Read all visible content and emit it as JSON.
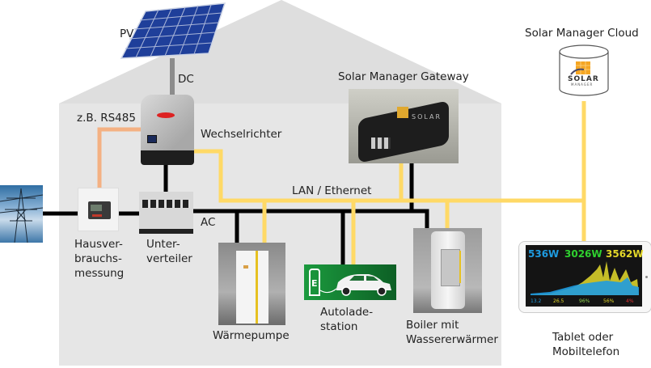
{
  "diagram": {
    "colors": {
      "house_fill": "#e6e6e6",
      "lan_line": "#ffd966",
      "rs485_line": "#f4b183",
      "ac_line": "#000000",
      "dc_line": "#8c8c8c",
      "accent_green": "#1a8a3a"
    },
    "labels": {
      "pv": "PV",
      "dc": "DC",
      "rs485": "z.B. RS485",
      "inverter": "Wechselrichter",
      "gateway": "Solar Manager Gateway",
      "cloud": "Solar Manager Cloud",
      "lan": "LAN / Ethernet",
      "ac": "AC",
      "meter": "Hausver-\nbrauchs-\nmessung",
      "subdistribution": "Unter-\nverteiler",
      "heat_pump": "Wärmepumpe",
      "ev_charger": "Autolade-\nstation",
      "boiler": "Boiler mit\nWassererwärmer",
      "tablet": "Tablet oder\nMobiltelefon"
    },
    "logo_text": "SOLAR",
    "logo_subtext": "MANAGER",
    "ev_letter": "E",
    "tablet_screen": {
      "top_values": [
        {
          "value": "536W",
          "color": "#1e9be0"
        },
        {
          "value": "3026W",
          "color": "#2fd12f"
        },
        {
          "value": "3562W",
          "color": "#e4d82a"
        }
      ],
      "bottom_values": [
        {
          "value": "13.2",
          "color": "#1e9be0"
        },
        {
          "value": "26.5",
          "color": "#e4d82a"
        },
        {
          "value": "96%",
          "color": "#8fd14f"
        },
        {
          "value": "56%",
          "color": "#e4d82a"
        },
        {
          "value": "4%",
          "color": "#e03030"
        }
      ]
    }
  }
}
